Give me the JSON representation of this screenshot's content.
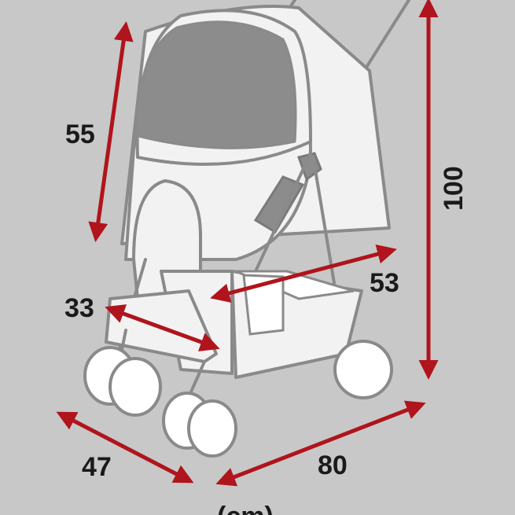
{
  "dimensions": {
    "canopy_height": "55",
    "total_height": "100",
    "basket_length": "53",
    "seat_depth": "33",
    "width": "47",
    "length": "80",
    "unit": "(cm)"
  },
  "colors": {
    "background": "#c8c8c8",
    "arrow": "#b0141c",
    "frame": "#8a8a8a",
    "fabric": "#f2f2f2",
    "window": "#8c8c8c"
  }
}
